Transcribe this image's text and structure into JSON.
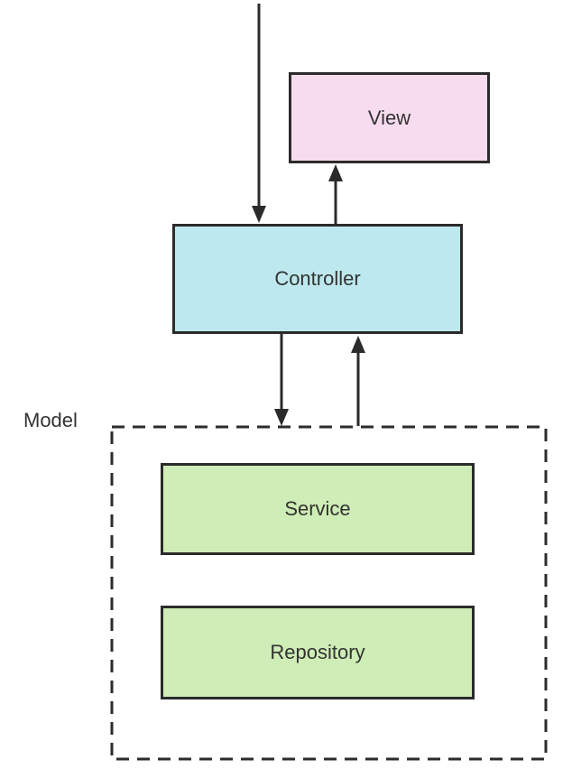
{
  "nodes": {
    "view": {
      "label": "View",
      "fill": "#f7dcef"
    },
    "controller": {
      "label": "Controller",
      "fill": "#bde9ee"
    },
    "model": {
      "label": "Model",
      "style": "dashed-group"
    },
    "service": {
      "label": "Service",
      "fill": "#cfedb6"
    },
    "repository": {
      "label": "Repository",
      "fill": "#cfedb6"
    }
  },
  "edges": [
    {
      "from": "external",
      "to": "controller"
    },
    {
      "from": "controller",
      "to": "view"
    },
    {
      "from": "controller",
      "to": "model"
    },
    {
      "from": "model",
      "to": "controller"
    }
  ],
  "colors": {
    "stroke": "#2b2b2b",
    "text": "#333333"
  }
}
